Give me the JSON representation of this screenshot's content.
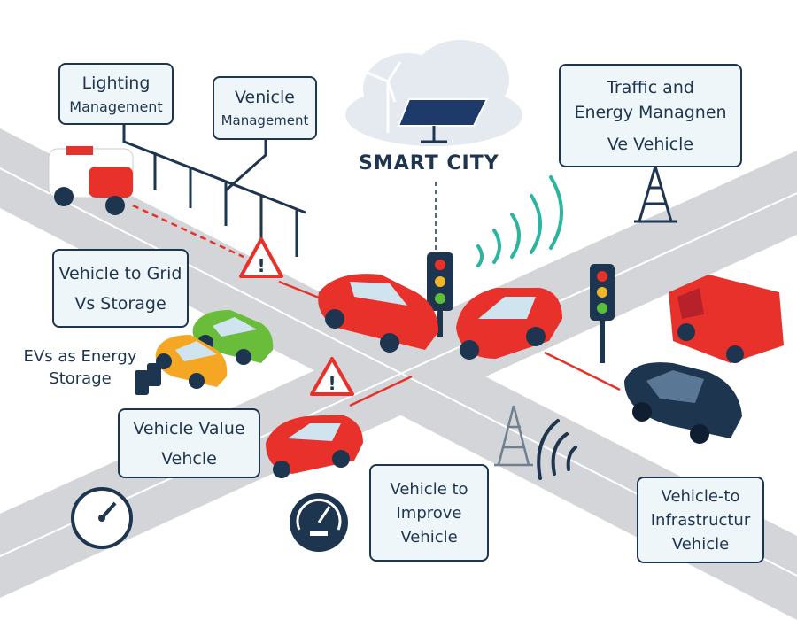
{
  "title": "SMART CITY",
  "labels": {
    "lighting": [
      "Lighting",
      "Management"
    ],
    "vehicle_mgmt": [
      "Venicle",
      "Management"
    ],
    "traffic_energy": [
      "Traffic and",
      "Energy Managnen",
      "Ve Vehicle"
    ],
    "v2g": [
      "Vehicle to Grid",
      "Vs Storage"
    ],
    "evs_storage": [
      "EVs as Energy",
      "Storage"
    ],
    "value": [
      "Vehicle Value",
      "Vehcle"
    ],
    "improve": [
      "Vehicle to",
      "Improve",
      "Vehicle"
    ],
    "v2i": [
      "Vehicle-to",
      "Infrastructur",
      "Vehicle"
    ]
  },
  "colors": {
    "navy": "#1e3550",
    "road": "#d3d5d9",
    "red": "#e8312a",
    "teal": "#2bb5a0",
    "box": "#eef6fa"
  }
}
